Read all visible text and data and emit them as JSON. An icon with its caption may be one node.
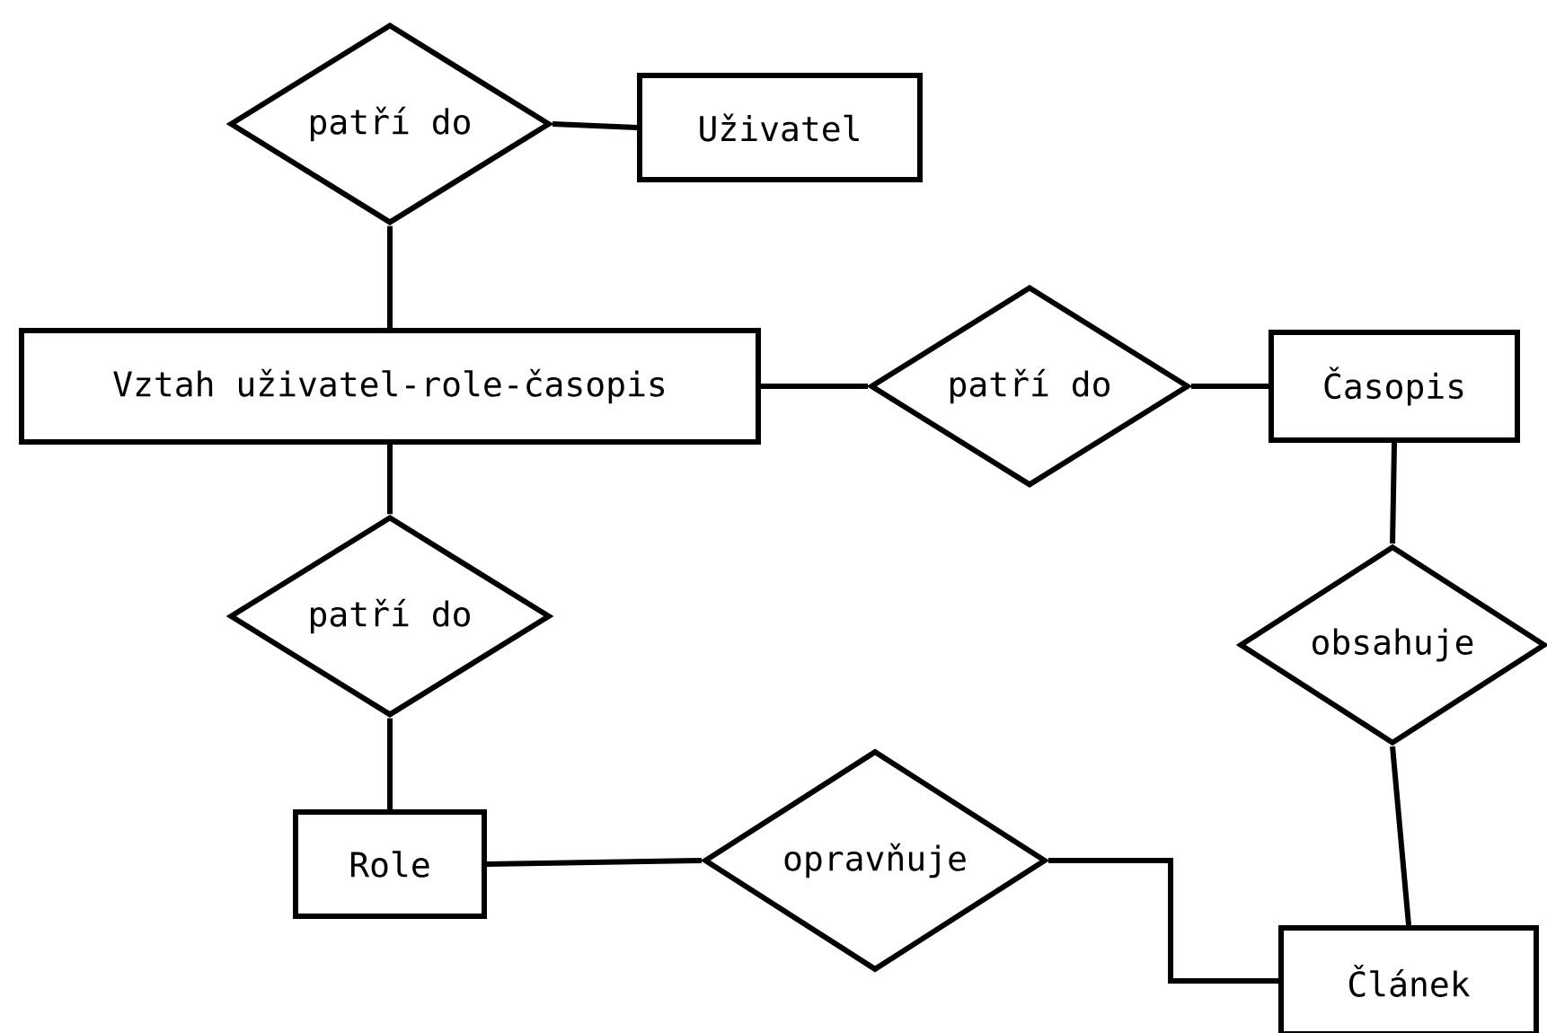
{
  "diagram": {
    "nodes": [
      {
        "text": [
          "patří do"
        ]
      },
      {
        "text": [
          "Uživatel"
        ]
      },
      {
        "text": [
          "Vztah uživatel-role-časopis"
        ]
      },
      {
        "text": [
          "patří do"
        ]
      },
      {
        "text": [
          "Časopis"
        ]
      },
      {
        "text": [
          "patří do"
        ]
      },
      {
        "text": [
          "obsahuje"
        ]
      },
      {
        "text": [
          "Role"
        ]
      },
      {
        "text": [
          "opravňuje"
        ]
      },
      {
        "text": [
          "Článek"
        ]
      }
    ],
    "edges": [
      {
        "from": 0,
        "to": 1,
        "arrow": "none"
      },
      {
        "from": 0,
        "to": 2,
        "arrow": "none"
      },
      {
        "from": 2,
        "to": 3,
        "arrow": "none"
      },
      {
        "from": 3,
        "to": 4,
        "arrow": "none"
      },
      {
        "from": 2,
        "to": 5,
        "arrow": "none"
      },
      {
        "from": 5,
        "to": 7,
        "arrow": "none"
      },
      {
        "from": 4,
        "to": 6,
        "arrow": "none"
      },
      {
        "from": 6,
        "to": 9,
        "arrow": "none"
      },
      {
        "from": 7,
        "to": 8,
        "arrow": "none"
      },
      {
        "from": 8,
        "to": 9,
        "arrow": "none"
      }
    ]
  }
}
